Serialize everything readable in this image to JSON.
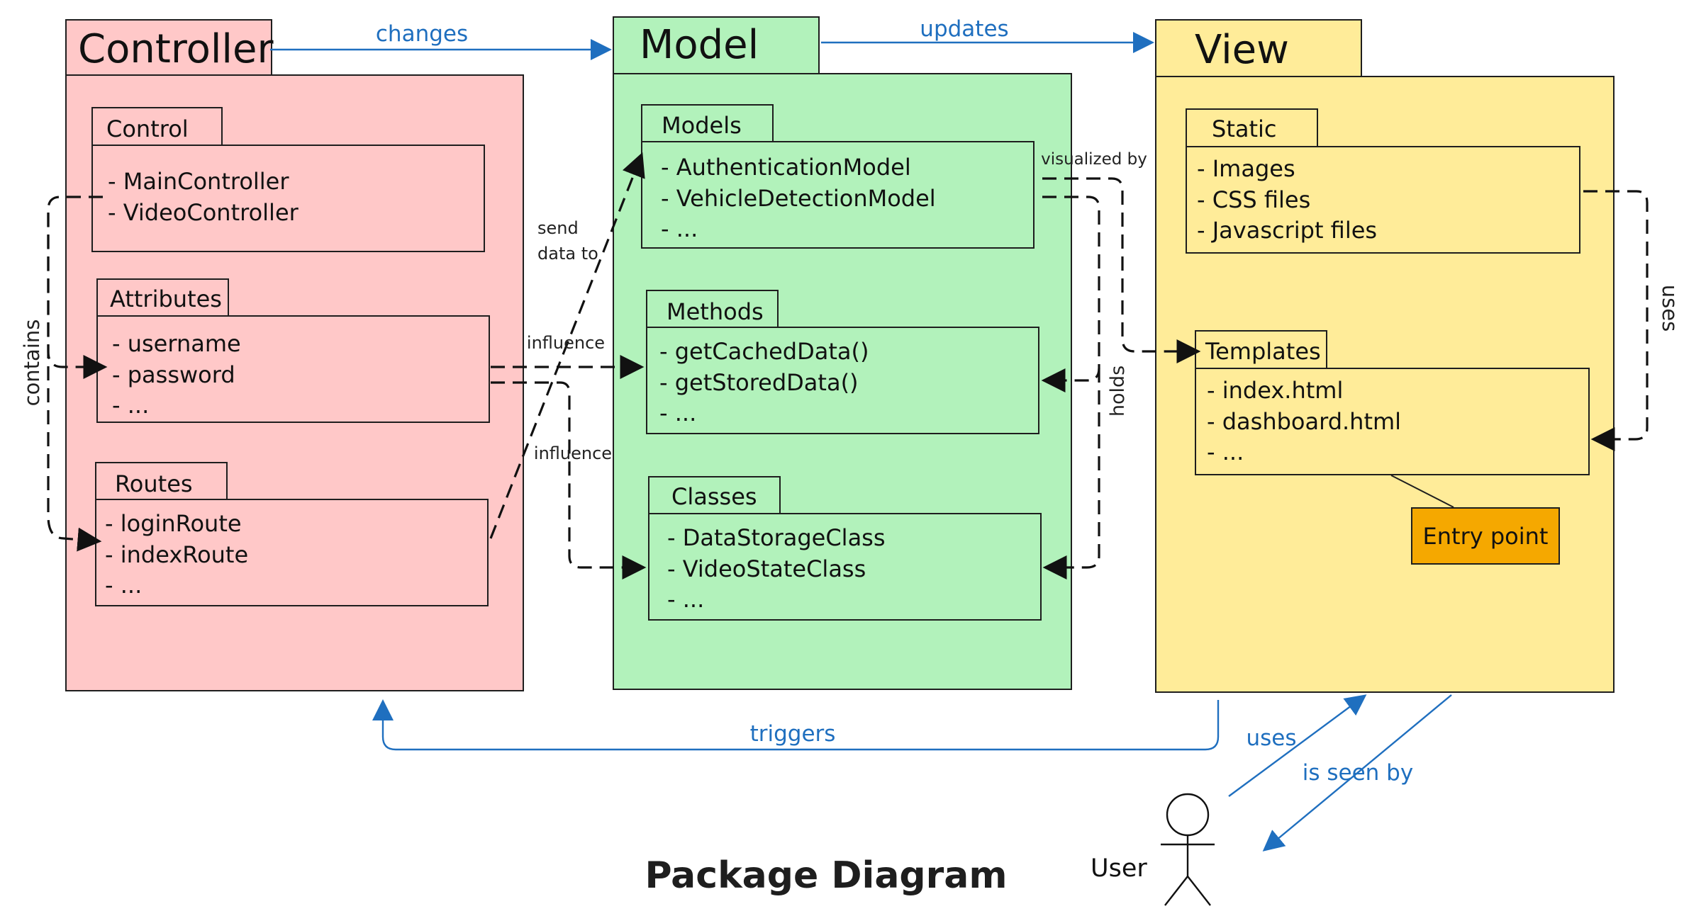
{
  "title": "Package Diagram",
  "colors": {
    "controller": "#ffc8c8",
    "model": "#b2f2bb",
    "view": "#ffec99",
    "entry_point": "#f5a800",
    "edge_blue": "#1f6fbf",
    "stroke": "#1e1e1e"
  },
  "packages": {
    "controller": {
      "name": "Controller",
      "control": {
        "name": "Control",
        "items": [
          "- MainController",
          "- VideoController"
        ]
      },
      "attributes": {
        "name": "Attributes",
        "items": [
          "- username",
          "- password",
          "- ..."
        ]
      },
      "routes": {
        "name": "Routes",
        "items": [
          "- loginRoute",
          "- indexRoute",
          "- ..."
        ]
      }
    },
    "model": {
      "name": "Model",
      "models": {
        "name": "Models",
        "items": [
          "- AuthenticationModel",
          "- VehicleDetectionModel",
          "- ..."
        ]
      },
      "methods": {
        "name": "Methods",
        "items": [
          "- getCachedData()",
          "- getStoredData()",
          "- ..."
        ]
      },
      "classes": {
        "name": "Classes",
        "items": [
          "- DataStorageClass",
          "- VideoStateClass",
          "- ..."
        ]
      }
    },
    "view": {
      "name": "View",
      "static": {
        "name": "Static",
        "items": [
          "- Images",
          "- CSS files",
          "- Javascript files"
        ]
      },
      "templates": {
        "name": "Templates",
        "items": [
          "- index.html",
          "- dashboard.html",
          "- ..."
        ]
      },
      "entry_point": "Entry point"
    }
  },
  "actor": {
    "name": "User"
  },
  "edges": {
    "changes": "changes",
    "updates": "updates",
    "triggers": "triggers",
    "uses_user": "uses",
    "is_seen_by": "is seen by",
    "contains": "contains",
    "send_data_to": [
      "send",
      "data to"
    ],
    "influence_methods": "influence",
    "influence_classes": "influence",
    "visualized_by": "visualized by",
    "holds": "holds",
    "uses_static": "uses"
  }
}
